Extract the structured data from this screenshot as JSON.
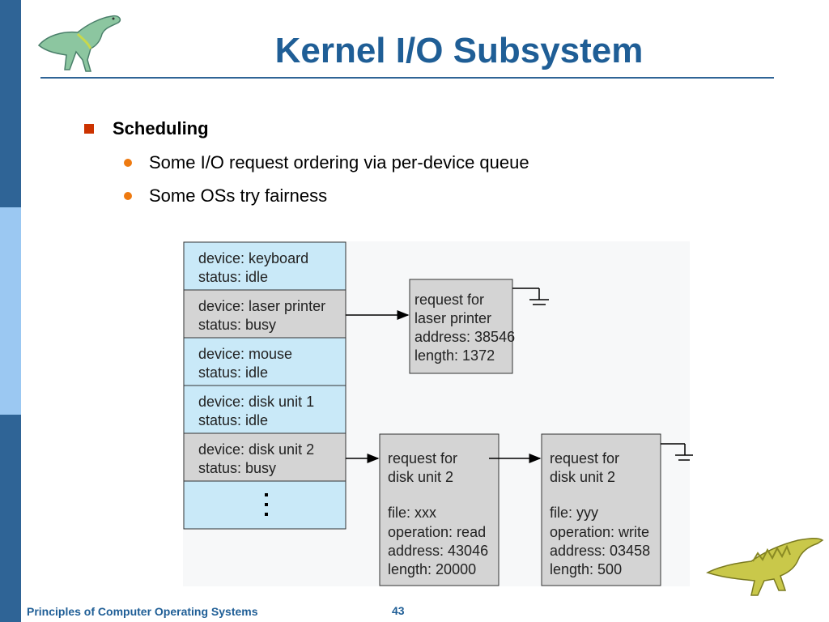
{
  "slide": {
    "title": "Kernel I/O Subsystem",
    "bullet": "Scheduling",
    "subbullets": [
      "Some I/O request ordering via per-device queue",
      "Some OSs try fairness"
    ]
  },
  "diagram": {
    "devices": [
      {
        "line1": "device: keyboard",
        "line2": "status: idle"
      },
      {
        "line1": "device: laser printer",
        "line2": "status: busy"
      },
      {
        "line1": "device: mouse",
        "line2": "status: idle"
      },
      {
        "line1": "device: disk unit 1",
        "line2": "status: idle"
      },
      {
        "line1": "device: disk unit 2",
        "line2": "status: busy"
      }
    ],
    "printer_request": [
      "request for",
      "laser printer",
      "address: 38546",
      "length: 1372"
    ],
    "disk_request_1": [
      "request for",
      "disk unit 2",
      "",
      "file: xxx",
      "operation: read",
      "address: 43046",
      "length: 20000"
    ],
    "disk_request_2": [
      "request for",
      "disk unit 2",
      "",
      "file: yyy",
      "operation: write",
      "address: 03458",
      "length: 500"
    ],
    "colors": {
      "device_light": "#c9e9f8",
      "device_busy": "#d4d4d4",
      "request_box": "#d4d4d4"
    }
  },
  "footer": {
    "course": "Principles of Computer Operating Systems",
    "page_number": "43"
  }
}
